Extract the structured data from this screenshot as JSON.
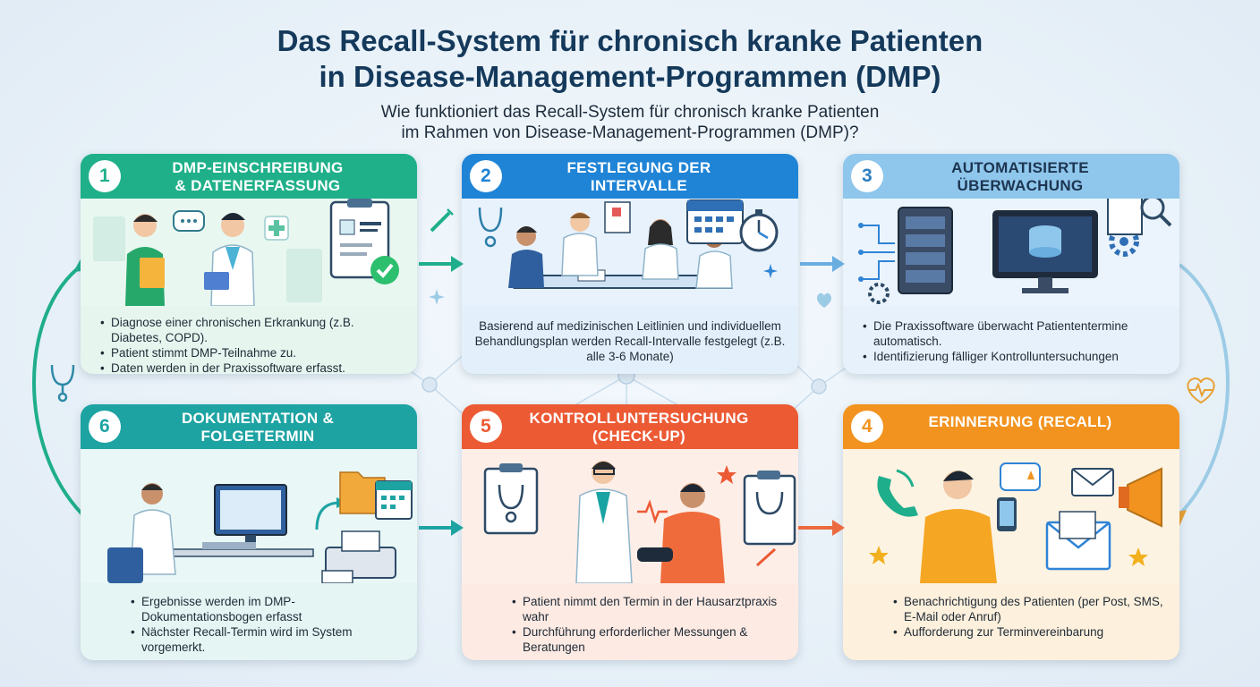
{
  "title": {
    "line1": "Das Recall-System für chronisch kranke Patienten",
    "line2": "in Disease-Management-Programmen (DMP)"
  },
  "subtitle": {
    "line1": "Wie funktioniert das Recall-System für chronisch kranke Patienten",
    "line2": "im Rahmen von Disease-Management-Programmen (DMP)?"
  },
  "steps": [
    {
      "number": "1",
      "title_line1": "DMP-EINSCHREIBUNG",
      "title_line2": "& DATENERFASSUNG",
      "color": "#1fb08a",
      "bullets": [
        "Diagnose einer chronischen Erkrankung (z.B. Diabetes, COPD).",
        "Patient stimmt DMP-Teilnahme zu.",
        "Daten werden in der Praxissoftware erfasst."
      ]
    },
    {
      "number": "2",
      "title_line1": "FESTLEGUNG DER",
      "title_line2": "INTERVALLE",
      "color": "#1f84d6",
      "paragraph": "Basierend auf medizinischen Leitlinien und individuellem Behandlungsplan werden Recall-Intervalle festgelegt (z.B. alle 3-6 Monate)"
    },
    {
      "number": "3",
      "title_line1": "AUTOMATISIERTE",
      "title_line2": "ÜBERWACHUNG",
      "color": "#8fc6ec",
      "bullets": [
        "Die Praxissoftware überwacht Patiententermine automatisch.",
        "Identifizierung fälliger Kontrolluntersuchungen"
      ]
    },
    {
      "number": "4",
      "title_line1": "ERINNERUNG (RECALL)",
      "title_line2": "",
      "color": "#f2931f",
      "bullets": [
        "Benachrichtigung des Patienten (per Post, SMS, E-Mail oder Anruf)",
        "Aufforderung zur Terminvereinbarung"
      ]
    },
    {
      "number": "5",
      "title_line1": "KONTROLLUNTERSUCHUNG",
      "title_line2": "(CHECK-UP)",
      "color": "#ec5a34",
      "bullets": [
        "Patient nimmt den Termin in der Hausarztpraxis wahr",
        "Durchführung erforderlicher Messungen & Beratungen"
      ]
    },
    {
      "number": "6",
      "title_line1": "DOKUMENTATION &",
      "title_line2": "FOLGETERMIN",
      "color": "#1ea3a3",
      "bullets": [
        "Ergebnisse werden im DMP-Dokumentationsbogen erfasst",
        "Nächster Recall-Termin wird im System vorgemerkt."
      ]
    }
  ],
  "icons": [
    "stethoscope-icon",
    "heartbeat-icon",
    "syringe-icon",
    "heart-icon",
    "sparkle-icon"
  ]
}
